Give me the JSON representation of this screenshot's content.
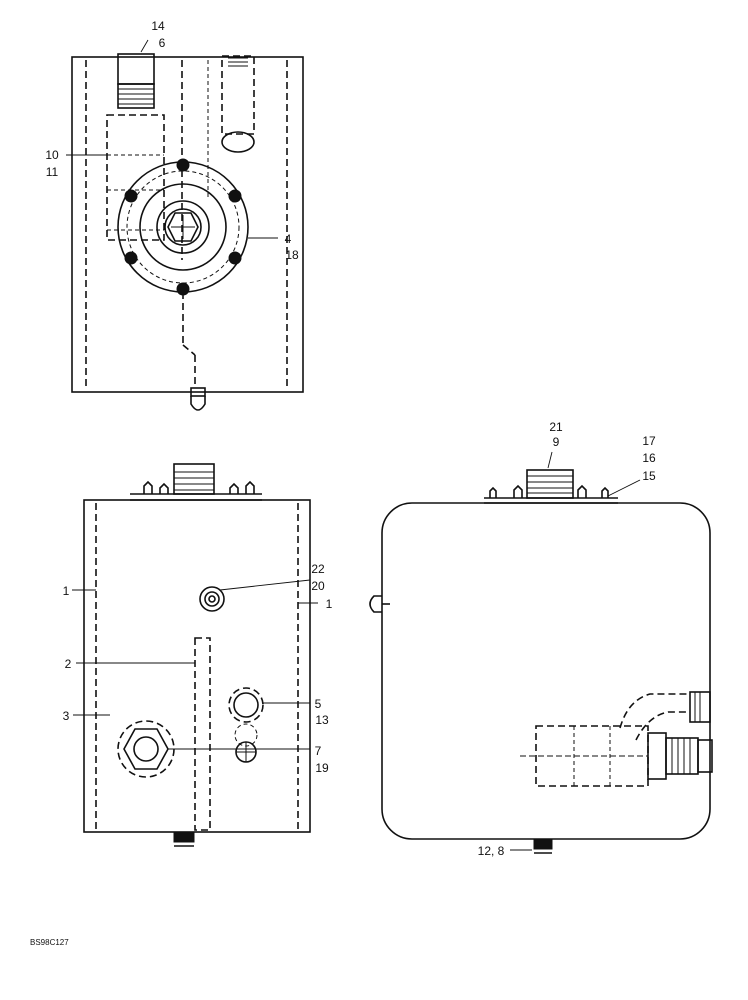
{
  "callouts": {
    "top": [
      "14",
      "6",
      "10",
      "11",
      "4",
      "18"
    ],
    "front": [
      "1",
      "1",
      "2",
      "3",
      "22",
      "20",
      "5",
      "13",
      "7",
      "19"
    ],
    "side": [
      "21",
      "9",
      "17",
      "16",
      "15",
      "12, 8"
    ]
  },
  "drawing_code": "BS98C127",
  "colors": {
    "ink": "#111111",
    "paper": "#ffffff"
  }
}
